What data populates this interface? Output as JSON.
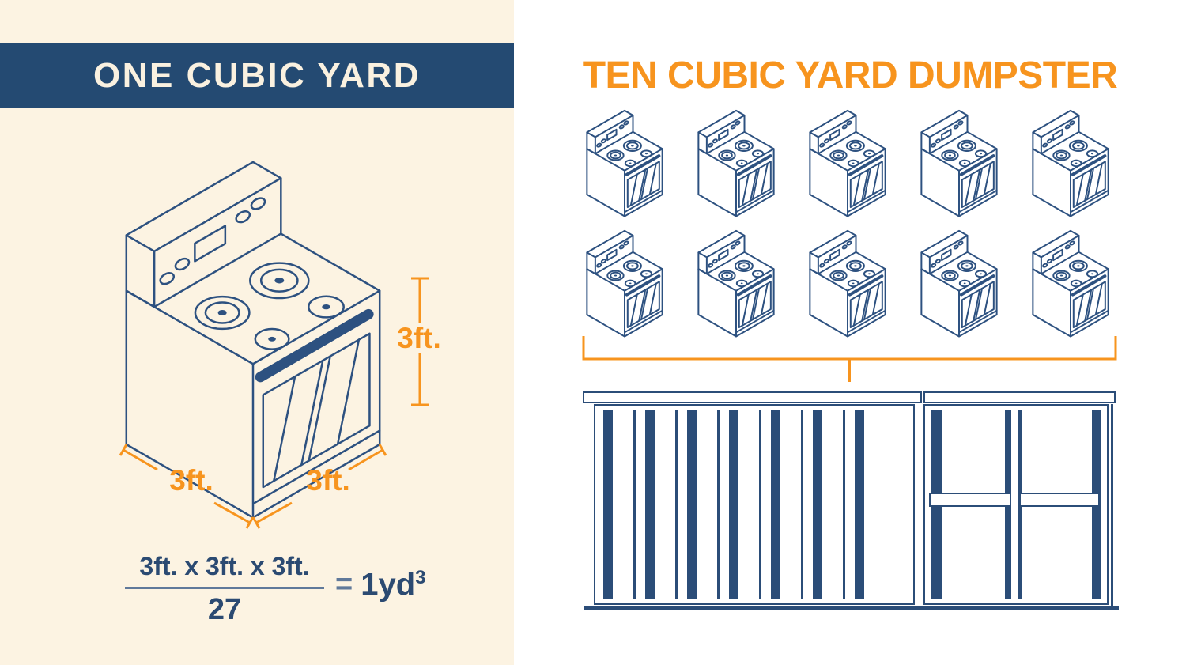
{
  "left_panel": {
    "title": "ONE CUBIC YARD",
    "dims": {
      "height": "3ft.",
      "width": "3ft.",
      "depth": "3ft."
    },
    "formula": {
      "numerator": "3ft. x 3ft. x 3ft.",
      "denominator": "27",
      "equals": "=",
      "result_base": "1yd",
      "result_exp": "3"
    }
  },
  "right_panel": {
    "title": "TEN CUBIC YARD DUMPSTER",
    "stove_count": 10,
    "stove_rows": 2,
    "stoves_per_row": 5
  },
  "icons": {
    "stove": "stove-icon",
    "bracket": "grouping-bracket",
    "dumpster": "dumpster-side-view"
  },
  "colors": {
    "cream_background": "#fcf3e2",
    "banner_navy": "#244a72",
    "line_navy": "#2d5180",
    "fill_navy": "#2b4d78",
    "accent_orange": "#f7941e",
    "muted_navy": "#60799a",
    "banner_text": "#faf1e0",
    "right_background": "#ffffff"
  }
}
